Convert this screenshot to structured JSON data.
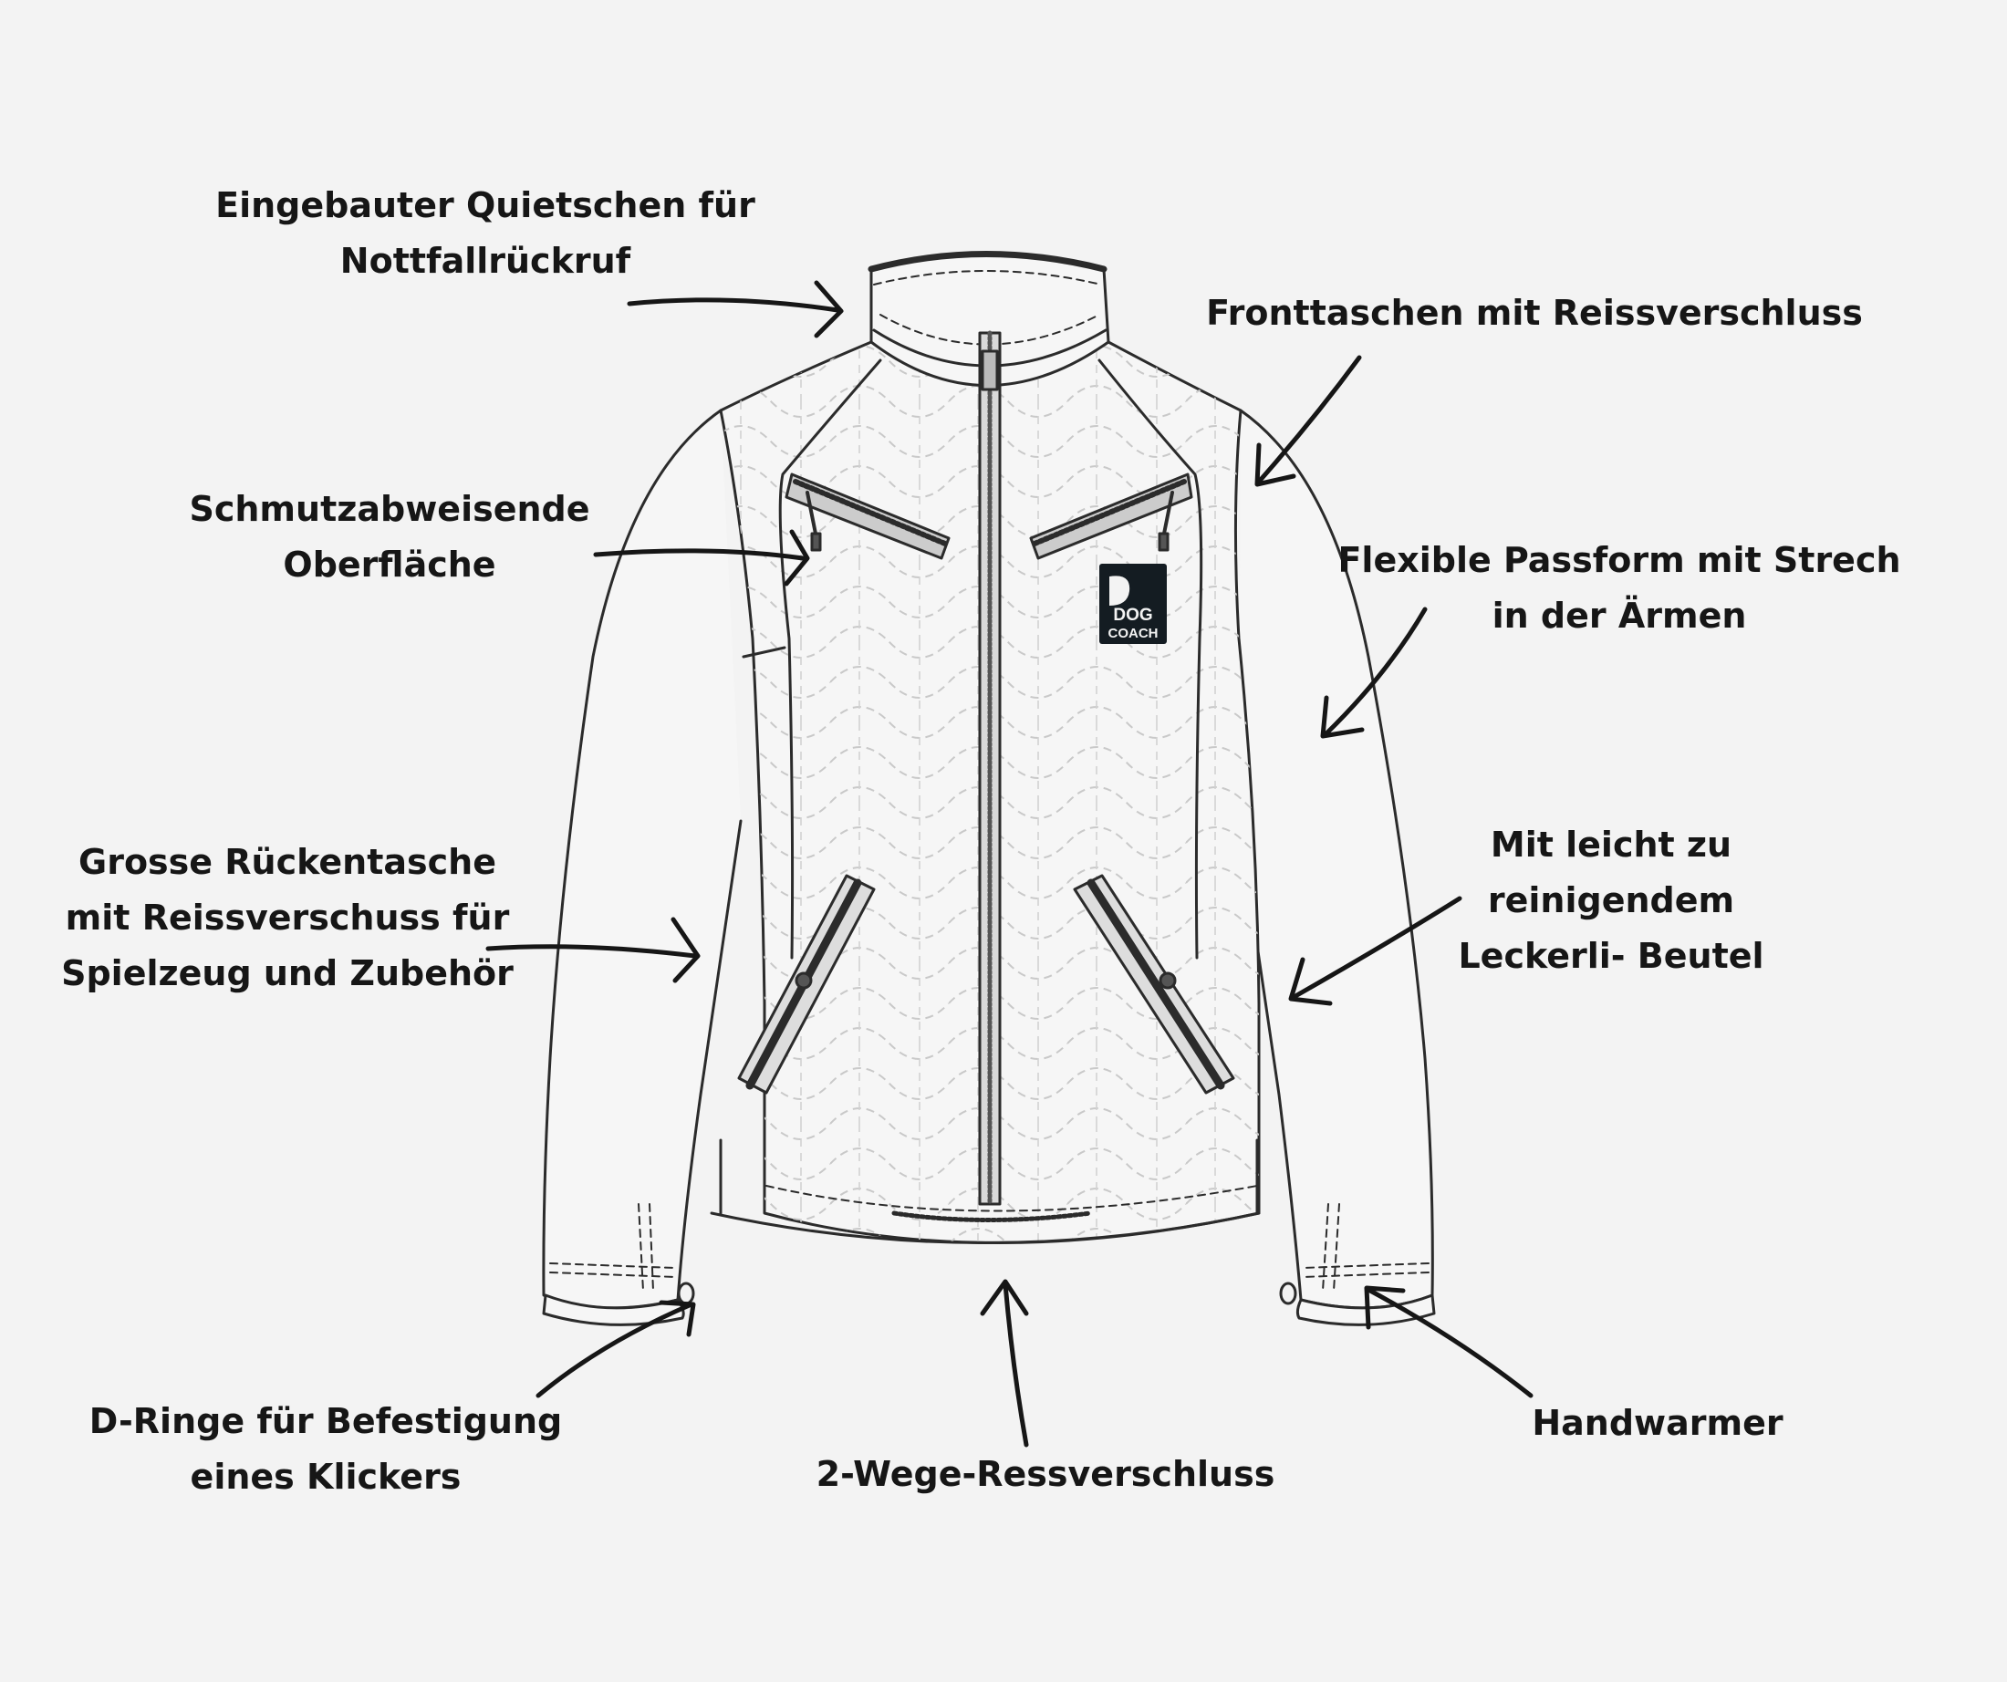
{
  "colors": {
    "background": "#f3f3f3",
    "text": "#161616",
    "outline": "#2b2b2b",
    "patch": "#141c22"
  },
  "patch": {
    "line1": "DOG",
    "line2": "COACH"
  },
  "annotations": {
    "squeaker": [
      "Eingebauter Quietschen für",
      "Nottfallrückruf"
    ],
    "front_pockets": [
      "Fronttaschen mit Reissverschluss"
    ],
    "dirt_repellent": [
      "Schmutzabweisende",
      "Oberfläche"
    ],
    "flexible_fit": [
      "Flexible Passform mit Strech",
      "in der Ärmen"
    ],
    "back_pocket": [
      "Grosse Rückentasche",
      "mit Reissverschuss für",
      "Spielzeug und Zubehör"
    ],
    "treat_bag": [
      "Mit leicht zu",
      "reinigendem",
      "Leckerli- Beutel"
    ],
    "d_rings": [
      "D-Ringe für Befestigung",
      "eines Klickers"
    ],
    "two_way_zipper": [
      "2-Wege-Ressverschluss"
    ],
    "hand_warmer": [
      "Handwarmer"
    ]
  }
}
